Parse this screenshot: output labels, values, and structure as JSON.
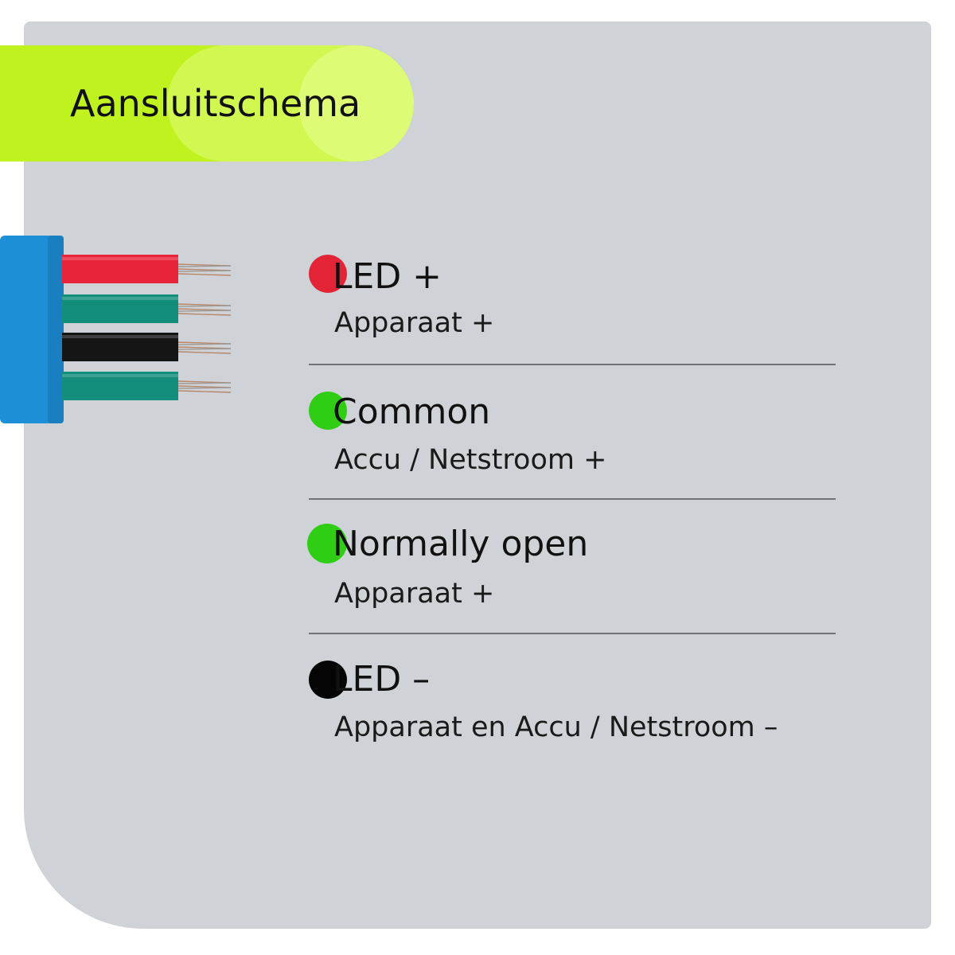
{
  "header": {
    "title": "Aansluitschema"
  },
  "colors": {
    "banner": "#bff21f",
    "panel": "#cfd3d8",
    "connector": "#1d8fd6"
  },
  "wires": [
    {
      "color": "#e8243b",
      "name": "red-wire"
    },
    {
      "color": "#138d7c",
      "name": "green-wire"
    },
    {
      "color": "#151515",
      "name": "black-wire"
    },
    {
      "color": "#138d7c",
      "name": "green-wire"
    }
  ],
  "legend": [
    {
      "title": "LED +",
      "subtitle": "Apparaat +",
      "dot_color": "#e32436"
    },
    {
      "title": "Common",
      "subtitle": "Accu / Netstroom +",
      "dot_color": "#2fce14"
    },
    {
      "title": "Normally open",
      "subtitle": "Apparaat +",
      "dot_color": "#2fce14"
    },
    {
      "title": "LED –",
      "subtitle": "Apparaat en Accu / Netstroom –",
      "dot_color": "#050505"
    }
  ]
}
